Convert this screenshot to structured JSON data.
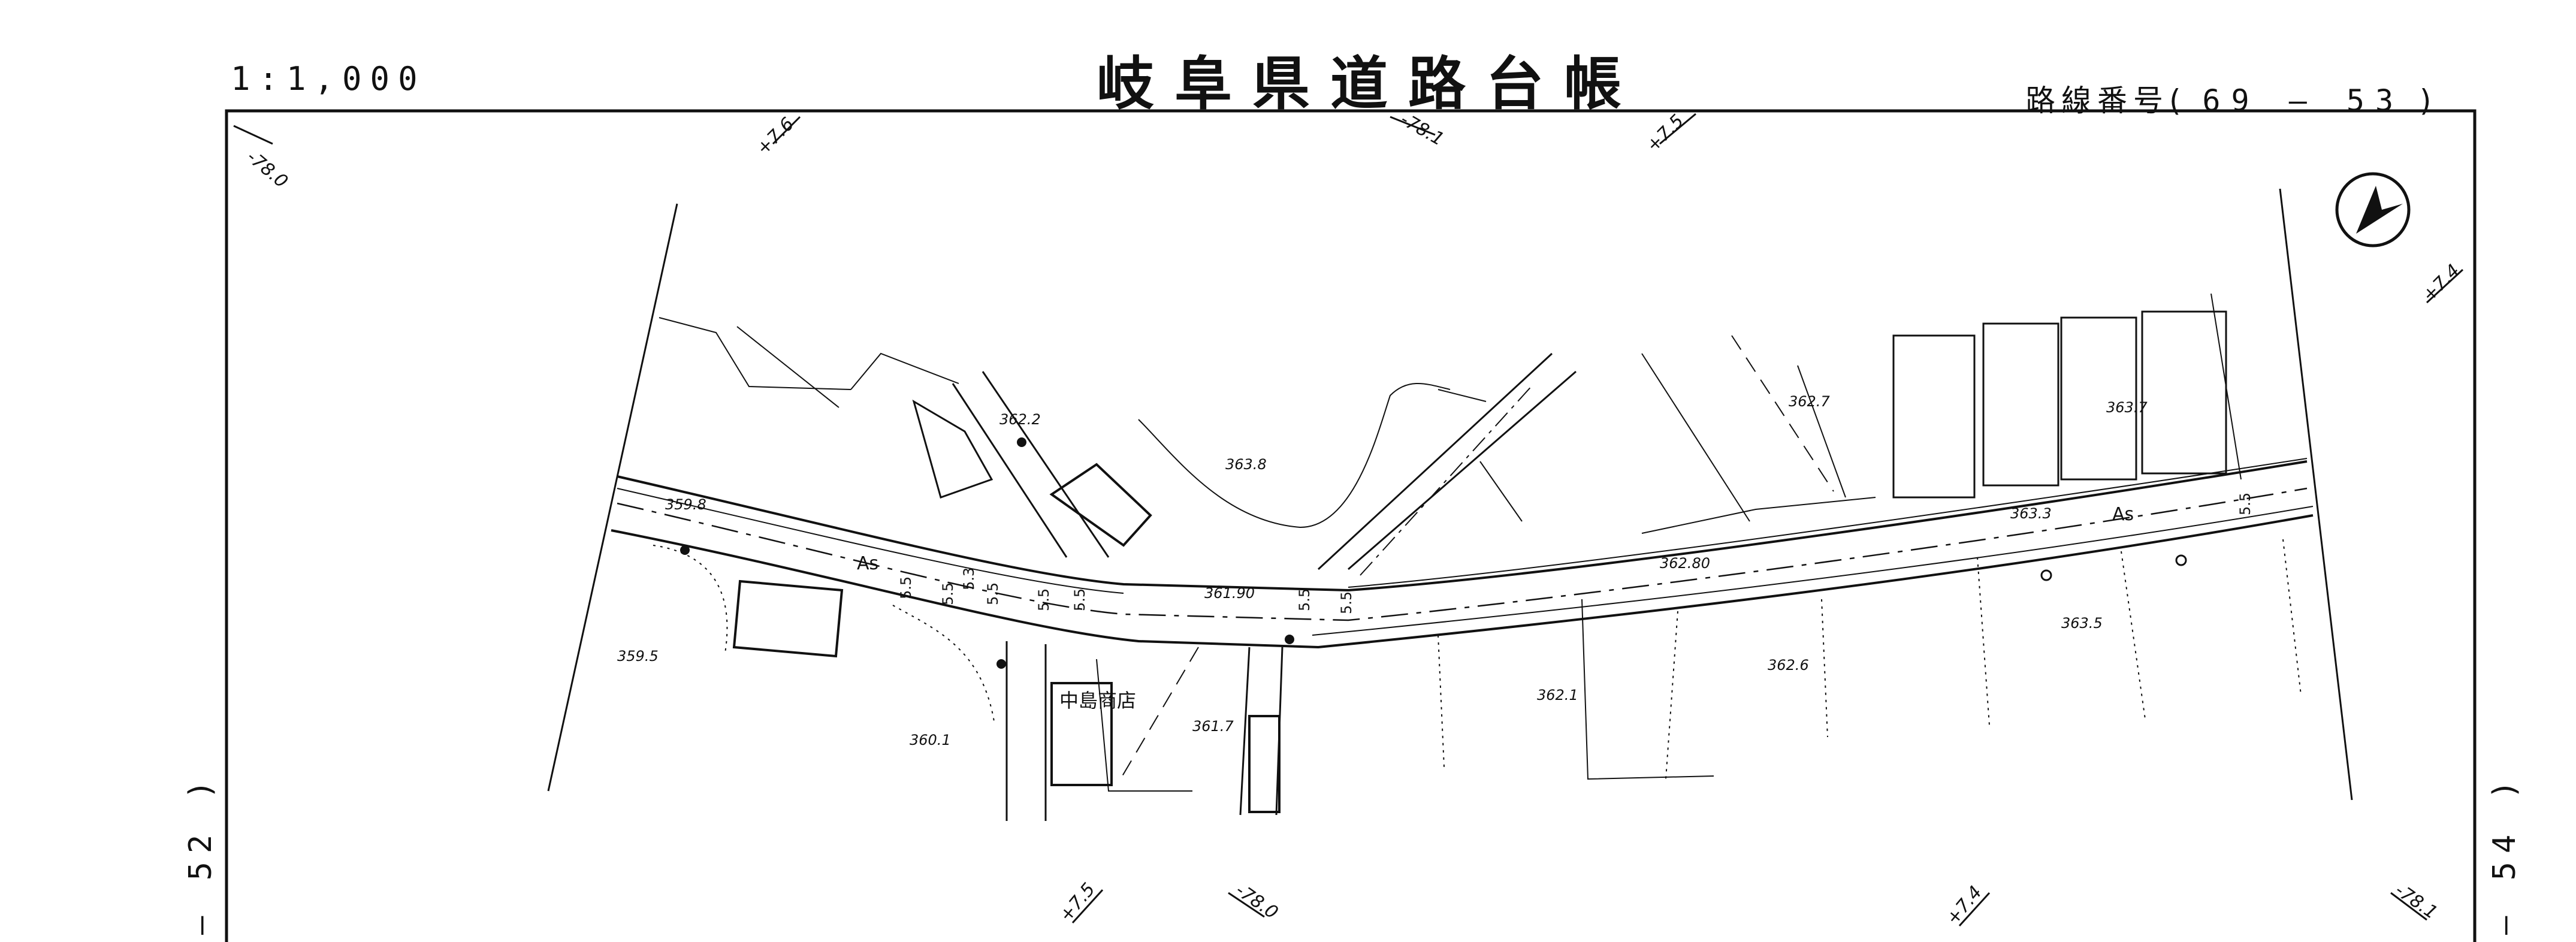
{
  "header": {
    "scale": "1:1,000",
    "title": "岐阜県道路台帳",
    "route_label": "路線番号(",
    "route_number": "69 — 53",
    "route_close": ")"
  },
  "sheet_refs": {
    "left": "— 52 )",
    "right": "— 54 )"
  },
  "edge_marks": {
    "top": [
      "-78.0",
      "+7.6",
      "-78.1",
      "+7.5"
    ],
    "right": "+7.4",
    "bottom": [
      "+7.5",
      "-78.0",
      "+7.4",
      "-78.1"
    ]
  },
  "elevations": [
    "362.2",
    "363.8",
    "362.7",
    "363.7",
    "359.8",
    "363.3",
    "362.80",
    "361.90",
    "359.5",
    "363.5",
    "362.6",
    "362.1",
    "361.7",
    "360.1"
  ],
  "widths": [
    "5.5",
    "5.3",
    "5.5",
    "5.5",
    "5.5",
    "5.5",
    "5.5",
    "5.5",
    "5.5"
  ],
  "surface_labels": [
    "As",
    "As"
  ],
  "building_label": "中島商店",
  "symbols": {
    "north_arrow": "north-arrow-icon"
  },
  "colors": {
    "ink": "#111111",
    "paper": "#ffffff"
  }
}
